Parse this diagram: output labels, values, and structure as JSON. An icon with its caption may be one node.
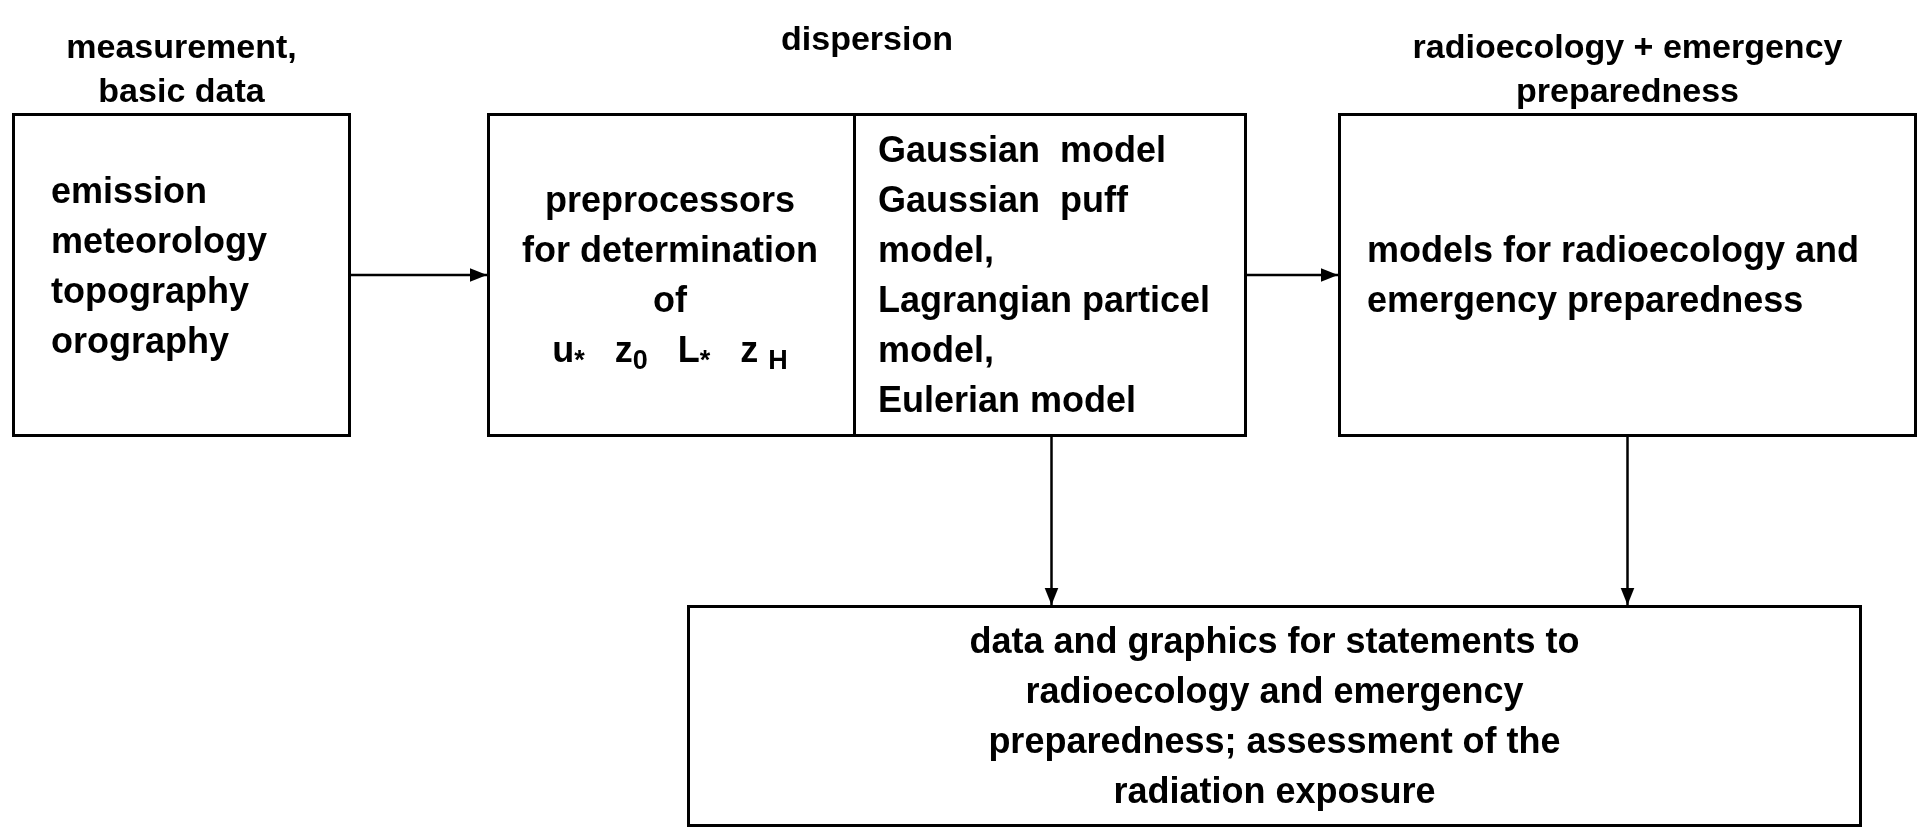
{
  "diagram": {
    "nodes": [
      {
        "text": [
          "measurement, basic data",
          "emission",
          "meteorology",
          "topography",
          "orography"
        ]
      },
      {
        "text": [
          "dispersion"
        ]
      },
      {
        "text": [
          "preprocessors for determination of",
          "u$_{*}$   z$_{0}$   L$_{*}$   z $_{H}$"
        ],
        "in": 1
      },
      {
        "text": [
          "Gaussian  model",
          "Gaussian  puff model,",
          "Lagrangian particel model,",
          "Eulerian model"
        ],
        "in": 1
      },
      {
        "text": [
          "radioecology + emergency preparedness",
          "models for radioecology and emergency preparedness"
        ]
      },
      {
        "text": [
          "data and graphics for statements to radioecology and emergency preparedness; assessment of the radiation exposure"
        ]
      }
    ],
    "edges": [
      {
        "from": 0,
        "to": 1,
        "arrow": "to"
      },
      {
        "from": 1,
        "to": 4,
        "arrow": "to"
      },
      {
        "from": 3,
        "to": 5,
        "arrow": "to"
      },
      {
        "from": 4,
        "to": 5,
        "arrow": "to"
      }
    ]
  }
}
